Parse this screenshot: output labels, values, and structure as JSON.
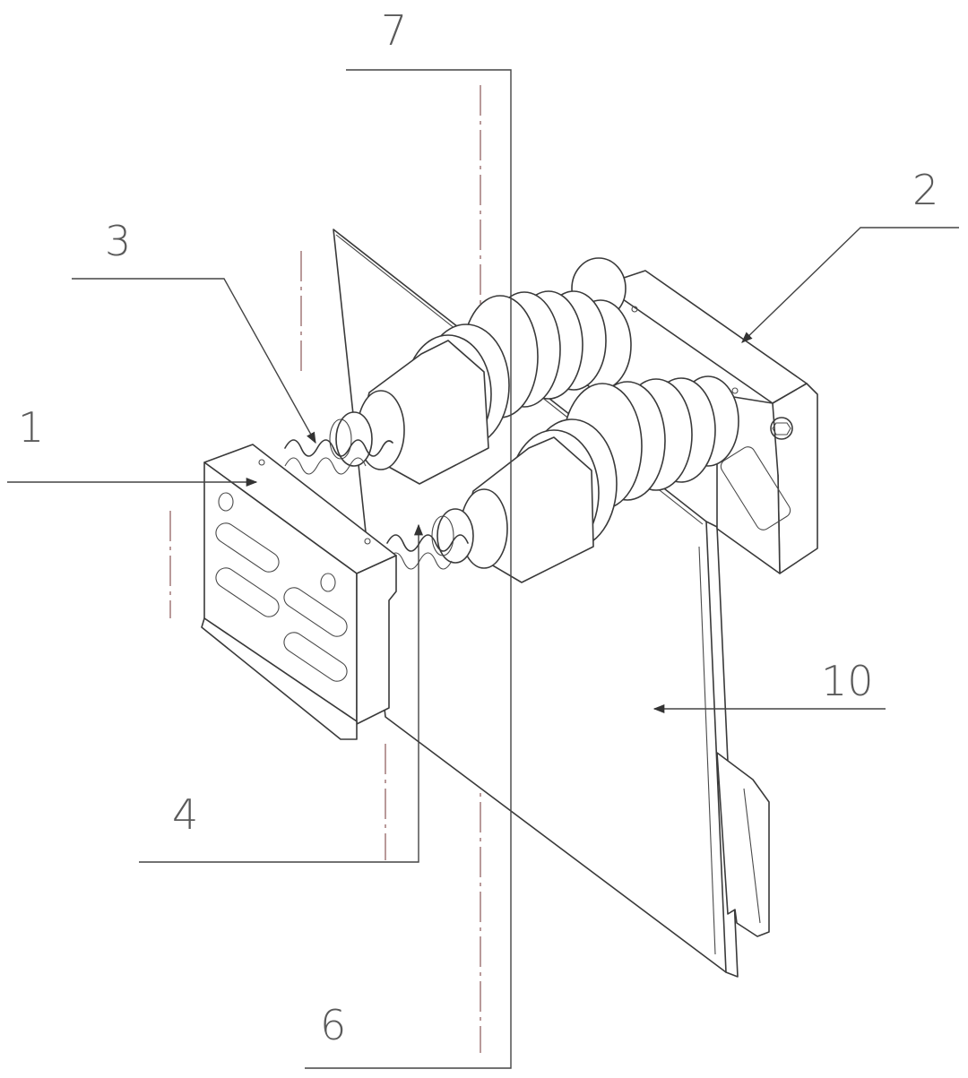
{
  "labels": {
    "l1": "1",
    "l2": "2",
    "l3": "3",
    "l4": "4",
    "l6": "6",
    "l7": "7",
    "l10": "10"
  },
  "colors": {
    "line": "#3a3a3a",
    "label": "#5a5a5a",
    "centerline": "#b99a9a"
  }
}
